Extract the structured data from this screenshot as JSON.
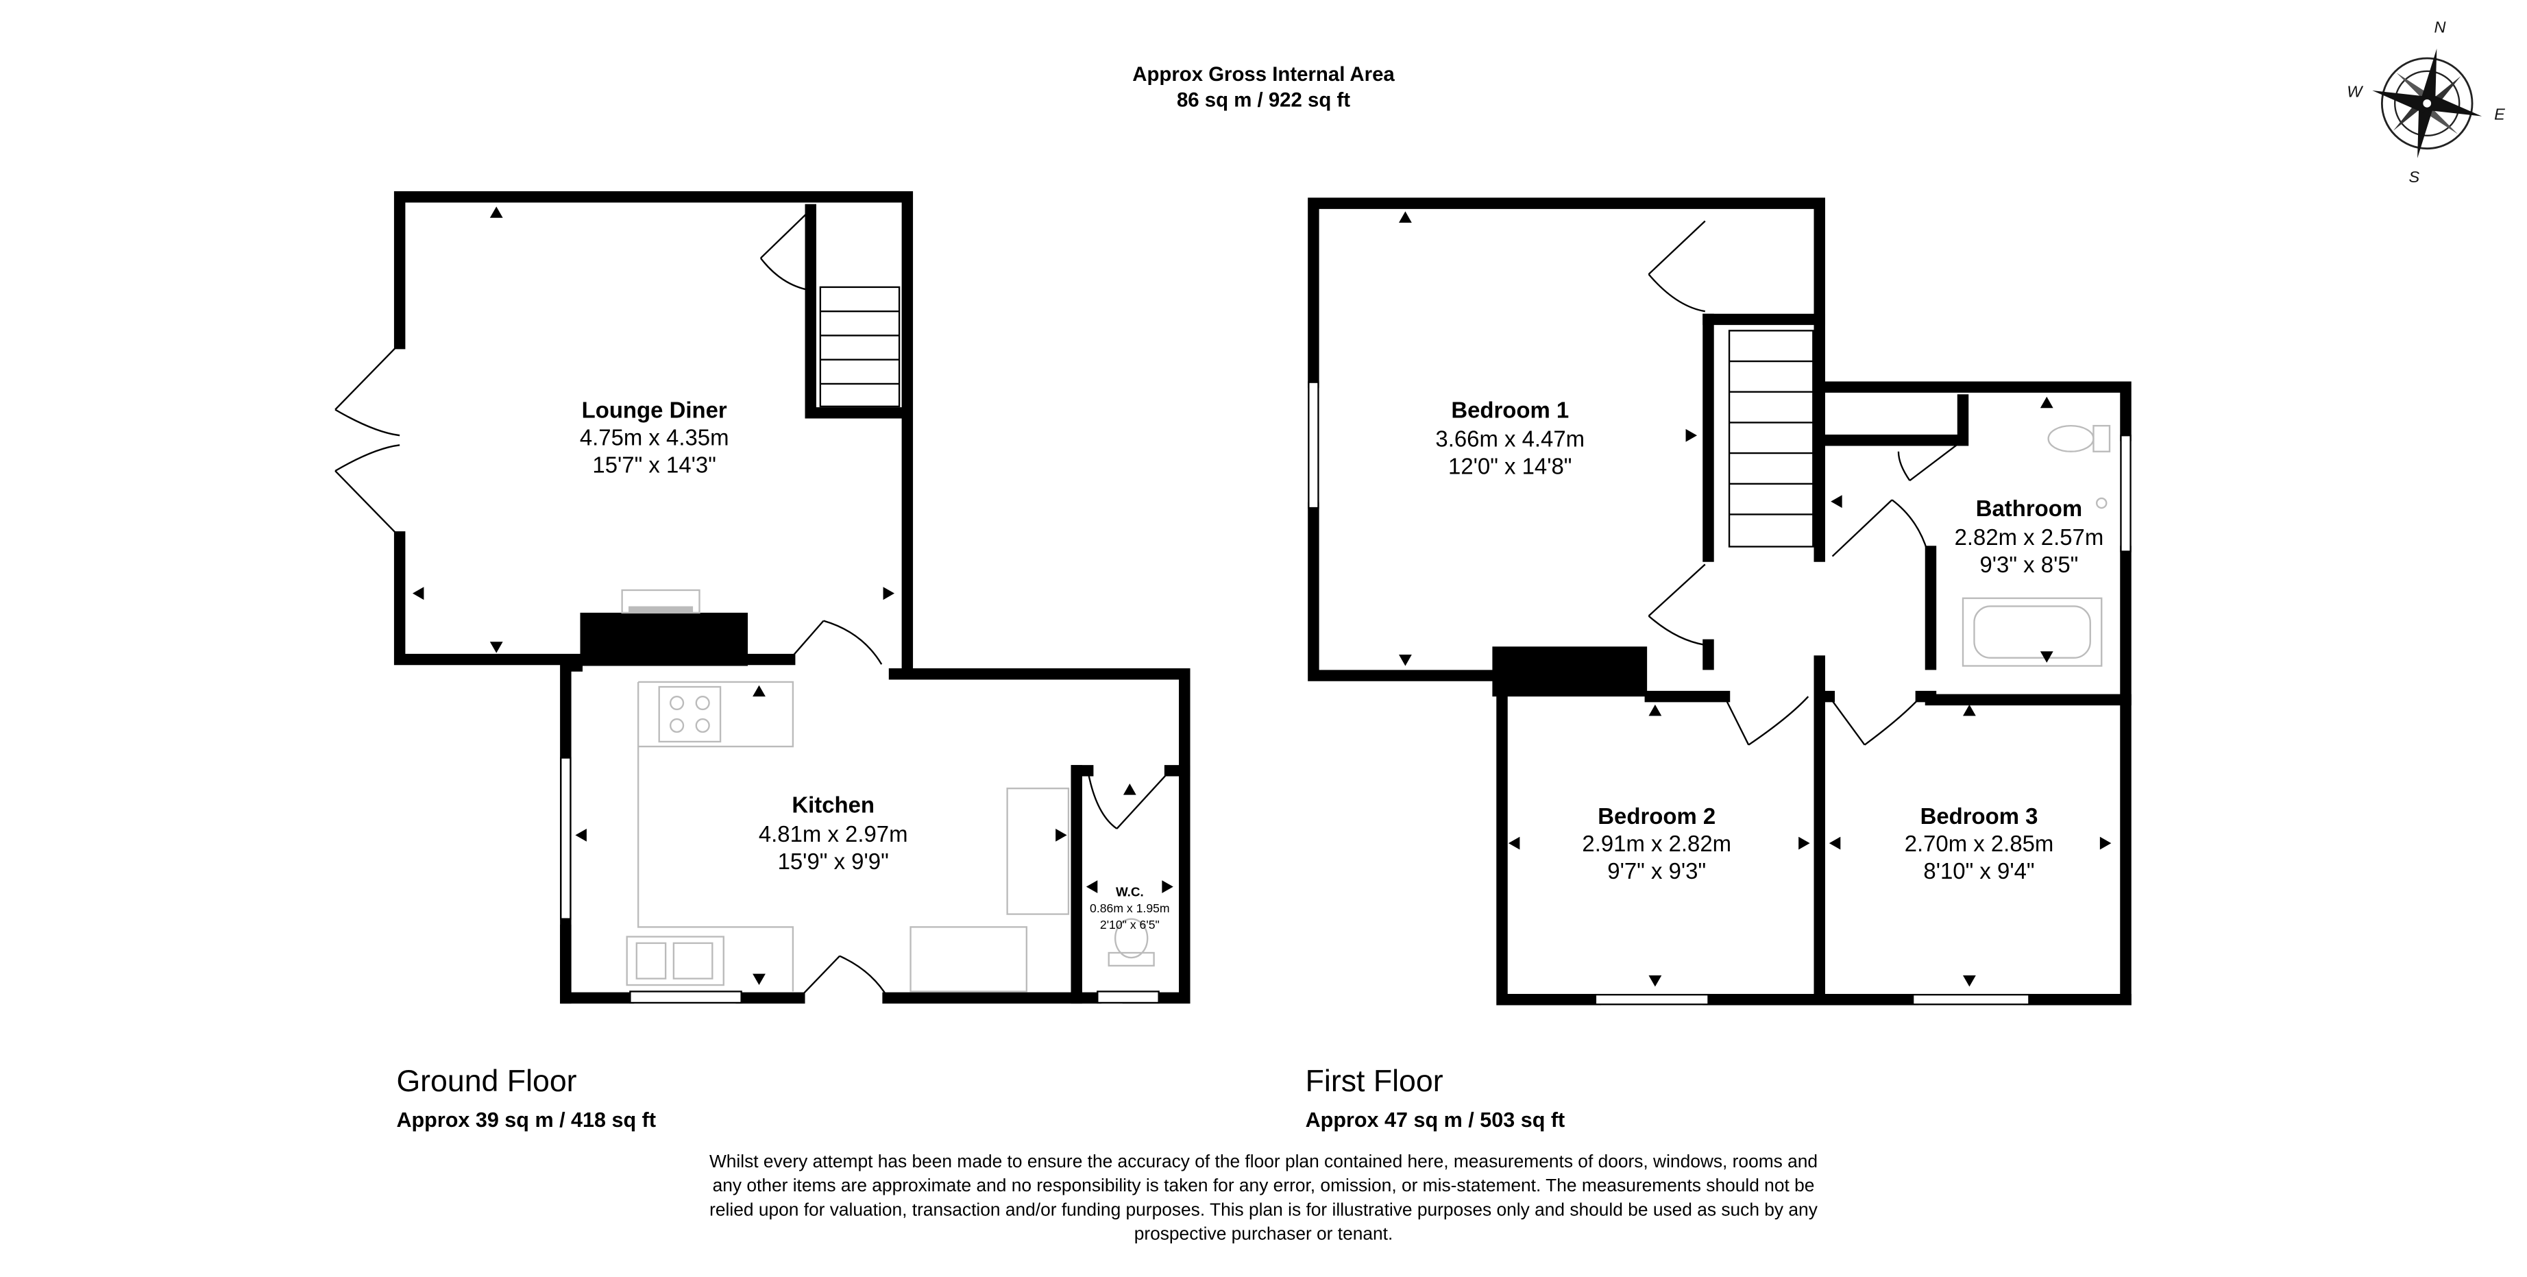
{
  "header": {
    "line1": "Approx Gross Internal Area",
    "line2": "86 sq m / 922 sq ft"
  },
  "compass": {
    "n": "N",
    "s": "S",
    "e": "E",
    "w": "W",
    "icon": "compass-rose-icon"
  },
  "ground_floor": {
    "title": "Ground Floor",
    "area": "Approx 39 sq m / 418 sq ft",
    "rooms": {
      "lounge": {
        "name": "Lounge Diner",
        "metric": "4.75m x 4.35m",
        "imperial": "15'7\" x 14'3\""
      },
      "kitchen": {
        "name": "Kitchen",
        "metric": "4.81m x 2.97m",
        "imperial": "15'9\" x 9'9\""
      },
      "wc": {
        "name": "W.C.",
        "metric": "0.86m x 1.95m",
        "imperial": "2'10\" x 6'5\""
      }
    }
  },
  "first_floor": {
    "title": "First Floor",
    "area": "Approx 47 sq m / 503 sq ft",
    "rooms": {
      "bedroom1": {
        "name": "Bedroom 1",
        "metric": "3.66m x 4.47m",
        "imperial": "12'0\" x 14'8\""
      },
      "bathroom": {
        "name": "Bathroom",
        "metric": "2.82m x 2.57m",
        "imperial": "9'3\" x 8'5\""
      },
      "bedroom2": {
        "name": "Bedroom 2",
        "metric": "2.91m x 2.82m",
        "imperial": "9'7\" x 9'3\""
      },
      "bedroom3": {
        "name": "Bedroom 3",
        "metric": "2.70m x 2.85m",
        "imperial": "8'10\" x 9'4\""
      }
    }
  },
  "disclaimer": [
    "Whilst every attempt has been made to ensure the accuracy of the floor plan contained here, measurements of doors, windows, rooms and",
    "any other items are approximate and no responsibility is taken for any error, omission, or mis-statement. The measurements should not be",
    "relied upon for valuation, transaction and/or funding purposes. This plan is for illustrative purposes only and should be used as such by any",
    "prospective purchaser or tenant."
  ],
  "colors": {
    "wall": "#000000",
    "fixture_stroke": "#bbbbbb",
    "background": "#ffffff"
  }
}
